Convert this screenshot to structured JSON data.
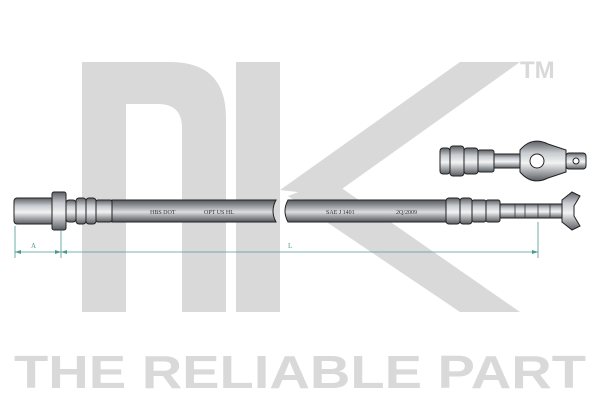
{
  "brand": {
    "logo_text": "nk",
    "trademark": "TM",
    "tagline": "THE RELIABLE PART",
    "watermark_color": "#d9d9d9"
  },
  "hose": {
    "labels": [
      "HBS DOT",
      "OPT US HL",
      "SAE J 1401",
      "2Q/2009"
    ],
    "body_color": "#8a8e92",
    "fitting_color": "#9ca0a4"
  },
  "dimensions": {
    "a_label": "A",
    "l_label": "L",
    "line_color": "#4a9a90"
  }
}
